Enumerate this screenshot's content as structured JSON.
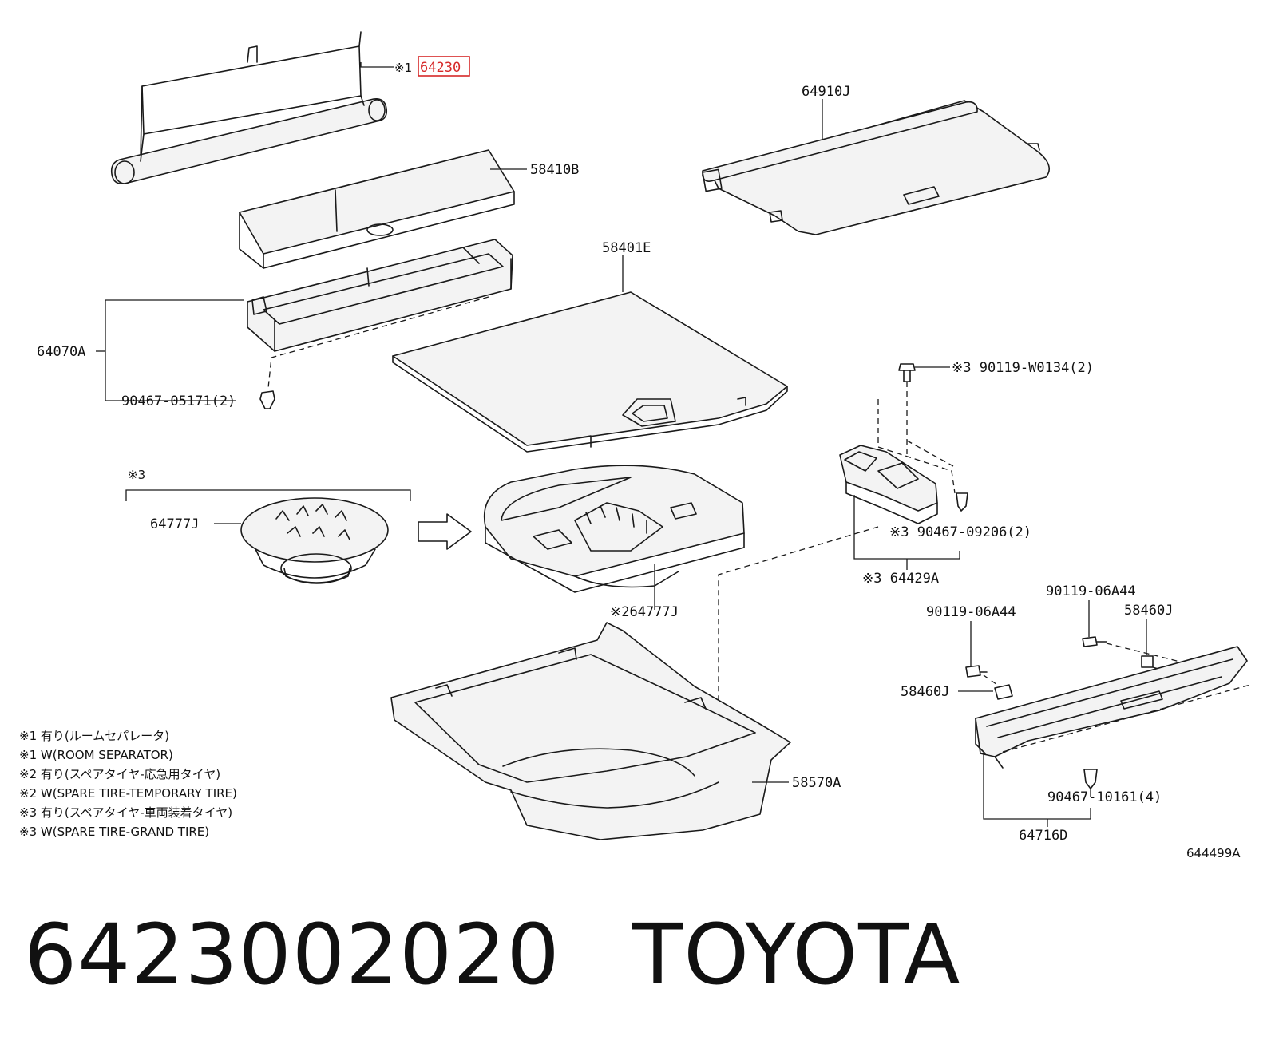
{
  "labels": {
    "p64230_prefix": "※1",
    "p64230": "64230",
    "p58410B": "58410B",
    "p64910J": "64910J",
    "p58401E": "58401E",
    "p64070A": "64070A",
    "p90467_05171": "90467-05171(2)",
    "p90119_W0134": "※3 90119-W0134(2)",
    "p_note3_top": "※3",
    "p64777J_left": "64777J",
    "p64777J_bottom": "※264777J",
    "p90467_09206": "※3 90467-09206(2)",
    "p64429A": "※3 64429A",
    "p90119_06A44_a": "90119-06A44",
    "p90119_06A44_b": "90119-06A44",
    "p58460J_right": "58460J",
    "p58460J_left": "58460J",
    "p58570A": "58570A",
    "p90467_10161": "90467-10161(4)",
    "p64716D": "64716D",
    "ref_code": "644499A"
  },
  "notes": [
    "※1 有り(ルームセパレータ)",
    "※1 W(ROOM SEPARATOR)",
    "※2 有り(スペアタイヤ-応急用タイヤ)",
    "※2 W(SPARE TIRE-TEMPORARY TIRE)",
    "※3 有り(スペアタイヤ-車両装着タイヤ)",
    "※3 W(SPARE TIRE-GRAND TIRE)"
  ],
  "caption": {
    "part_number": "6423002020",
    "brand": "TOYOTA"
  },
  "colors": {
    "highlight": "#d62828",
    "ink": "#1a1a1a"
  }
}
